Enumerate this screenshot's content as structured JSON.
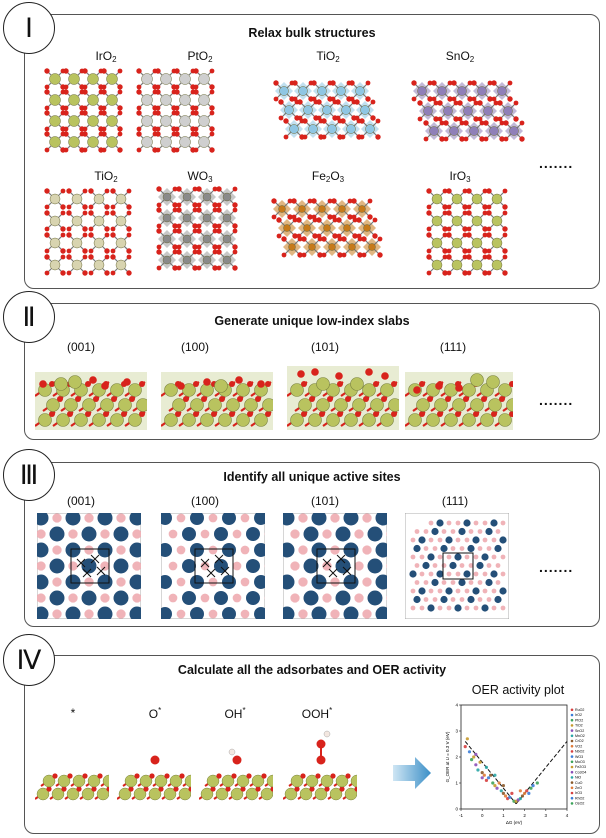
{
  "panels": [
    {
      "numeral": "Ⅰ",
      "title": "Relax bulk structures",
      "row1": [
        {
          "base": "IrO",
          "sub": "2"
        },
        {
          "base": "PtO",
          "sub": "2"
        },
        {
          "base": "TiO",
          "sub": "2"
        },
        {
          "base": "SnO",
          "sub": "2"
        }
      ],
      "row2": [
        {
          "base": "TiO",
          "sub": "2"
        },
        {
          "base": "WO",
          "sub": "3"
        },
        {
          "base": "Fe",
          "sub": "2",
          "base2": "O",
          "sub2": "3"
        },
        {
          "base": "IrO",
          "sub": "3"
        }
      ],
      "ellipsis": "......."
    },
    {
      "numeral": "Ⅱ",
      "title": "Generate unique low-index slabs",
      "labels": [
        "(001)",
        "(100)",
        "(101)",
        "(111)"
      ],
      "ellipsis": "......."
    },
    {
      "numeral": "Ⅲ",
      "title": "Identify all unique active sites",
      "labels": [
        "(001)",
        "(100)",
        "(101)",
        "(111)"
      ],
      "ellipsis": "......."
    },
    {
      "numeral": "Ⅳ",
      "title": "Calculate all the adsorbates and OER activity",
      "adsorbates": [
        {
          "base": "*",
          "sup": ""
        },
        {
          "base": "O",
          "sup": "*"
        },
        {
          "base": "OH",
          "sup": "*"
        },
        {
          "base": "OOH",
          "sup": "*"
        }
      ],
      "plot_title": "OER activity plot",
      "plot_xlabel": "ΔG (eV)",
      "plot_ylabel": "G_OER at U = 0.3 V (eV)"
    }
  ],
  "colors": {
    "metal_green": "#b9c35f",
    "oxygen_red": "#d8231c",
    "titania_blue": "#8fc6e3",
    "tin_purple": "#8f7fb8",
    "iron_orange": "#c67a1a",
    "tungsten_gray": "#8a8a8a",
    "site_navy": "#244f78",
    "site_pink": "#f0b3b8",
    "arrow_blue": "#4a9fd0"
  },
  "chart_data": {
    "type": "scatter",
    "title": "OER activity plot",
    "xlabel": "ΔG (eV)",
    "ylabel": "G_OER at U = 0.3 V (eV)",
    "xlim": [
      -1,
      4
    ],
    "ylim": [
      0,
      4
    ],
    "legend_position": "right",
    "legend": [
      "RuO2",
      "IrO2",
      "PtO2",
      "TiO2",
      "SnO2",
      "MnO2",
      "CrO2",
      "VO2",
      "NbO2",
      "WO3",
      "MoO3",
      "Fe2O3",
      "Co3O4",
      "NiO",
      "CuO",
      "ZnO",
      "IrO3",
      "RhO2",
      "OsO2"
    ],
    "volcano": {
      "left_slope": -1,
      "right_slope": 1,
      "apex": [
        1.6,
        0.2
      ]
    },
    "points": [
      [
        -0.8,
        2.4
      ],
      [
        -0.6,
        2.2
      ],
      [
        -0.5,
        1.9
      ],
      [
        -0.4,
        2.0
      ],
      [
        -0.3,
        1.7
      ],
      [
        -0.2,
        1.5
      ],
      [
        0.0,
        1.4
      ],
      [
        0.1,
        1.3
      ],
      [
        0.2,
        1.1
      ],
      [
        0.3,
        1.2
      ],
      [
        0.5,
        1.0
      ],
      [
        0.6,
        0.9
      ],
      [
        0.7,
        0.8
      ],
      [
        0.9,
        0.7
      ],
      [
        1.0,
        0.6
      ],
      [
        1.1,
        0.5
      ],
      [
        1.2,
        0.4
      ],
      [
        1.3,
        0.45
      ],
      [
        1.5,
        0.3
      ],
      [
        1.6,
        0.3
      ],
      [
        1.7,
        0.35
      ],
      [
        1.8,
        0.4
      ],
      [
        1.9,
        0.5
      ],
      [
        2.0,
        0.6
      ],
      [
        2.1,
        0.7
      ],
      [
        2.2,
        0.6
      ],
      [
        2.3,
        0.8
      ],
      [
        -0.7,
        2.7
      ],
      [
        -0.3,
        2.1
      ],
      [
        0.2,
        1.6
      ],
      [
        0.4,
        1.3
      ],
      [
        0.8,
        1.0
      ],
      [
        1.4,
        0.6
      ],
      [
        2.4,
        0.9
      ],
      [
        2.6,
        1.0
      ],
      [
        -0.1,
        1.8
      ],
      [
        0.0,
        1.2
      ],
      [
        0.6,
        1.3
      ],
      [
        1.0,
        0.9
      ],
      [
        1.8,
        0.7
      ]
    ]
  }
}
